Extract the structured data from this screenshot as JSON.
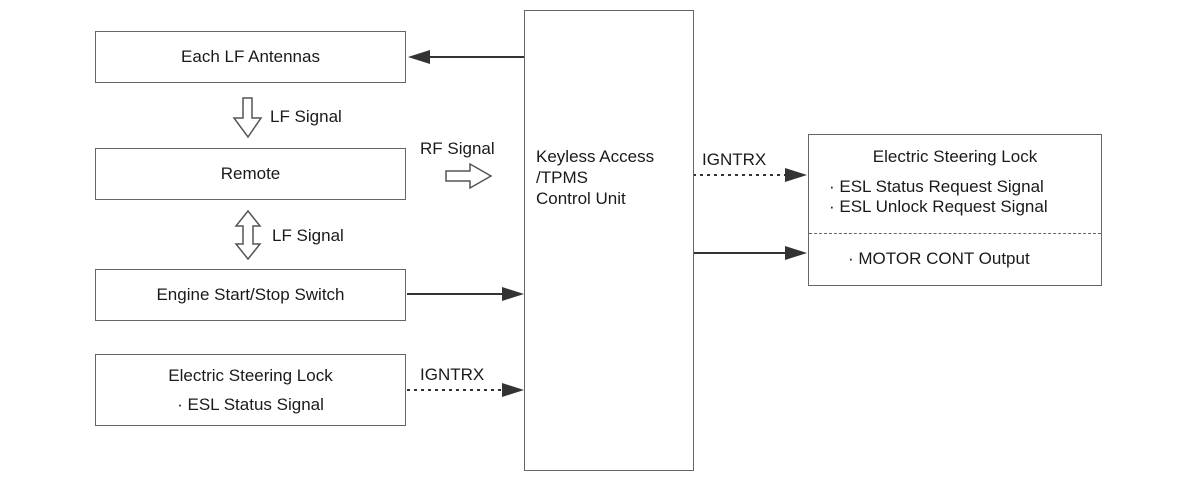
{
  "blocks": {
    "lf_antennas": {
      "label": "Each LF Antennas"
    },
    "remote": {
      "label": "Remote"
    },
    "start_stop_switch": {
      "label": "Engine Start/Stop Switch"
    },
    "esl_left": {
      "title": "Electric Steering Lock",
      "item": "· ESL Status Signal"
    },
    "control_unit": {
      "lines": [
        "Keyless Access",
        "/TPMS",
        "Control Unit"
      ]
    },
    "esl_right": {
      "title": "Electric Steering Lock",
      "items": [
        "· ESL Status Request Signal",
        "· ESL Unlock Request Signal"
      ],
      "output": "· MOTOR CONT Output"
    }
  },
  "signals": {
    "lf_signal_1": "LF Signal",
    "lf_signal_2": "LF Signal",
    "rf_signal": "RF Signal",
    "igntrx_left": "IGNTRX",
    "igntrx_right": "IGNTRX"
  },
  "colors": {
    "line": "#333333",
    "border": "#666666",
    "hollow_arrow": "#555555"
  }
}
